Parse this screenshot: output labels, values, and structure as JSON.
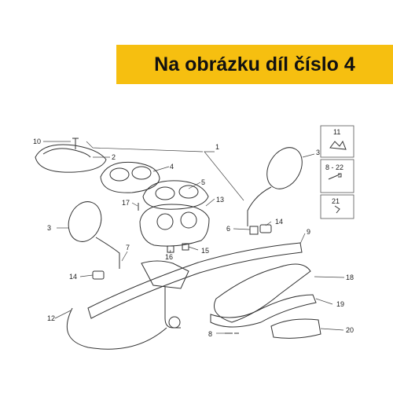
{
  "banner": {
    "text": "Na obrázku díl číslo 4",
    "background": "#f6bf10",
    "color": "#111111"
  },
  "callouts": {
    "c1": "1",
    "c2": "2",
    "c3a": "3",
    "c3b": "3",
    "c4": "4",
    "c5": "5",
    "c6": "6",
    "c7": "7",
    "c8": "8",
    "c8_22": "8 - 22",
    "c9": "9",
    "c10": "10",
    "c11": "11",
    "c12": "12",
    "c13": "13",
    "c14a": "14",
    "c14b": "14",
    "c15": "15",
    "c16": "16",
    "c17": "17",
    "c18": "18",
    "c19": "19",
    "c20": "20",
    "c21": "21"
  }
}
